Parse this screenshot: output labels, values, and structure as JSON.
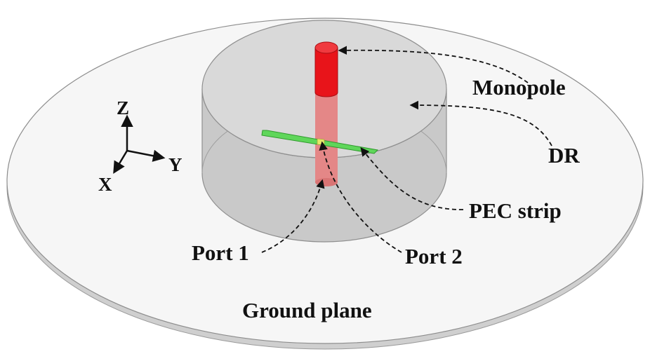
{
  "labels": {
    "monopole": "Monopole",
    "dr": "DR",
    "pec_strip": "PEC strip",
    "port1": "Port 1",
    "port2": "Port 2",
    "ground_plane": "Ground plane"
  },
  "axes": {
    "z": "Z",
    "y": "Y",
    "x": "X"
  },
  "colors": {
    "ground_fill": "#f6f6f6",
    "ground_edge": "#9a9a9a",
    "dr_fill": "#c8c8c8",
    "monopole": "#e8141a",
    "monopole_inner": "#e88a8a",
    "pec_strip": "#5fd65a",
    "port2_patch": "#e6e86a"
  }
}
